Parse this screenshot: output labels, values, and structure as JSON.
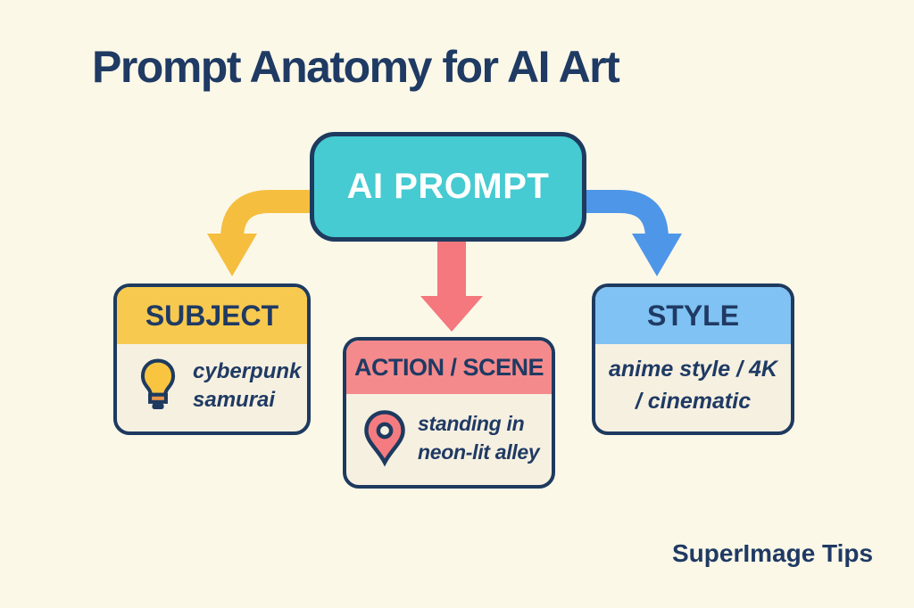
{
  "header": {
    "title": "Prompt Anatomy for AI Art"
  },
  "diagram": {
    "root": {
      "label": "AI PROMPT"
    },
    "branches": [
      {
        "key": "subject",
        "header": "SUBJECT",
        "example": "cyberpunk samurai",
        "icon": "lightbulb-icon"
      },
      {
        "key": "action-scene",
        "header": "ACTION / SCENE",
        "example": "standing in neon-lit alley",
        "icon": "location-pin-icon"
      },
      {
        "key": "style",
        "header": "STYLE",
        "example": "anime style / 4K / cinematic",
        "icon": ""
      }
    ]
  },
  "footer": {
    "brand": "SuperImage Tips"
  },
  "colors": {
    "background": "#FBF8E8",
    "panel_body": "#F6F0E1",
    "navy_text": "#1F3A63",
    "border_navy": "#1E3A5F",
    "root_teal": "#45CBD1",
    "root_label_white": "#FFFFFF",
    "subject_header_yellow": "#F7C94F",
    "subject_arrow_yellow": "#F5BE3E",
    "action_header_coral": "#F58A8C",
    "action_arrow_red": "#F4787D",
    "style_header_blue": "#7FC2F3",
    "style_arrow_blue": "#4E96E8",
    "bulb_fill": "#F9C440",
    "bulb_band_orange": "#E8964A",
    "pin_fill": "#F47C80"
  }
}
